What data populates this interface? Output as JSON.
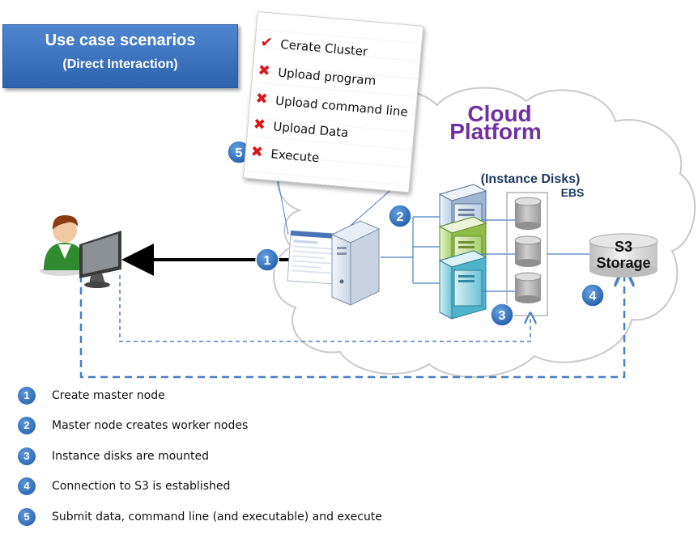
{
  "title": {
    "line1": "Use case scenarios",
    "line2": "(Direct Interaction)"
  },
  "cloud": {
    "label_line1": "Cloud",
    "label_line2": "Platform",
    "label_color": "#7030a0"
  },
  "disks": {
    "label_line1": "(Instance Disks)",
    "label_line2": "EBS",
    "label_color": "#1f3864"
  },
  "storage": {
    "line1": "S3",
    "line2": "Storage"
  },
  "checklist": [
    {
      "mark": "check-icon",
      "label": "Cerate Cluster"
    },
    {
      "mark": "x-icon",
      "label": "Upload program"
    },
    {
      "mark": "x-icon",
      "label": "Upload command line"
    },
    {
      "mark": "x-icon",
      "label": "Upload Data"
    },
    {
      "mark": "x-icon",
      "label": "Execute"
    }
  ],
  "badges": {
    "b1": "1",
    "b2": "2",
    "b3": "3",
    "b4": "4",
    "b5": "5"
  },
  "legend": [
    {
      "num": "1",
      "text": "Create master node"
    },
    {
      "num": "2",
      "text": "Master node creates worker nodes"
    },
    {
      "num": "3",
      "text": "Instance disks are mounted"
    },
    {
      "num": "4",
      "text": "Connection to S3 is established"
    },
    {
      "num": "5",
      "text": "Submit data, command line (and executable) and execute"
    }
  ],
  "colors": {
    "badge": "#2f6bb7",
    "dashed_line": "#4a7fc1",
    "worker_top": "#dbe8f6",
    "worker_mid": "#cfe6a8",
    "worker_bottom": "#a8dbe6"
  }
}
